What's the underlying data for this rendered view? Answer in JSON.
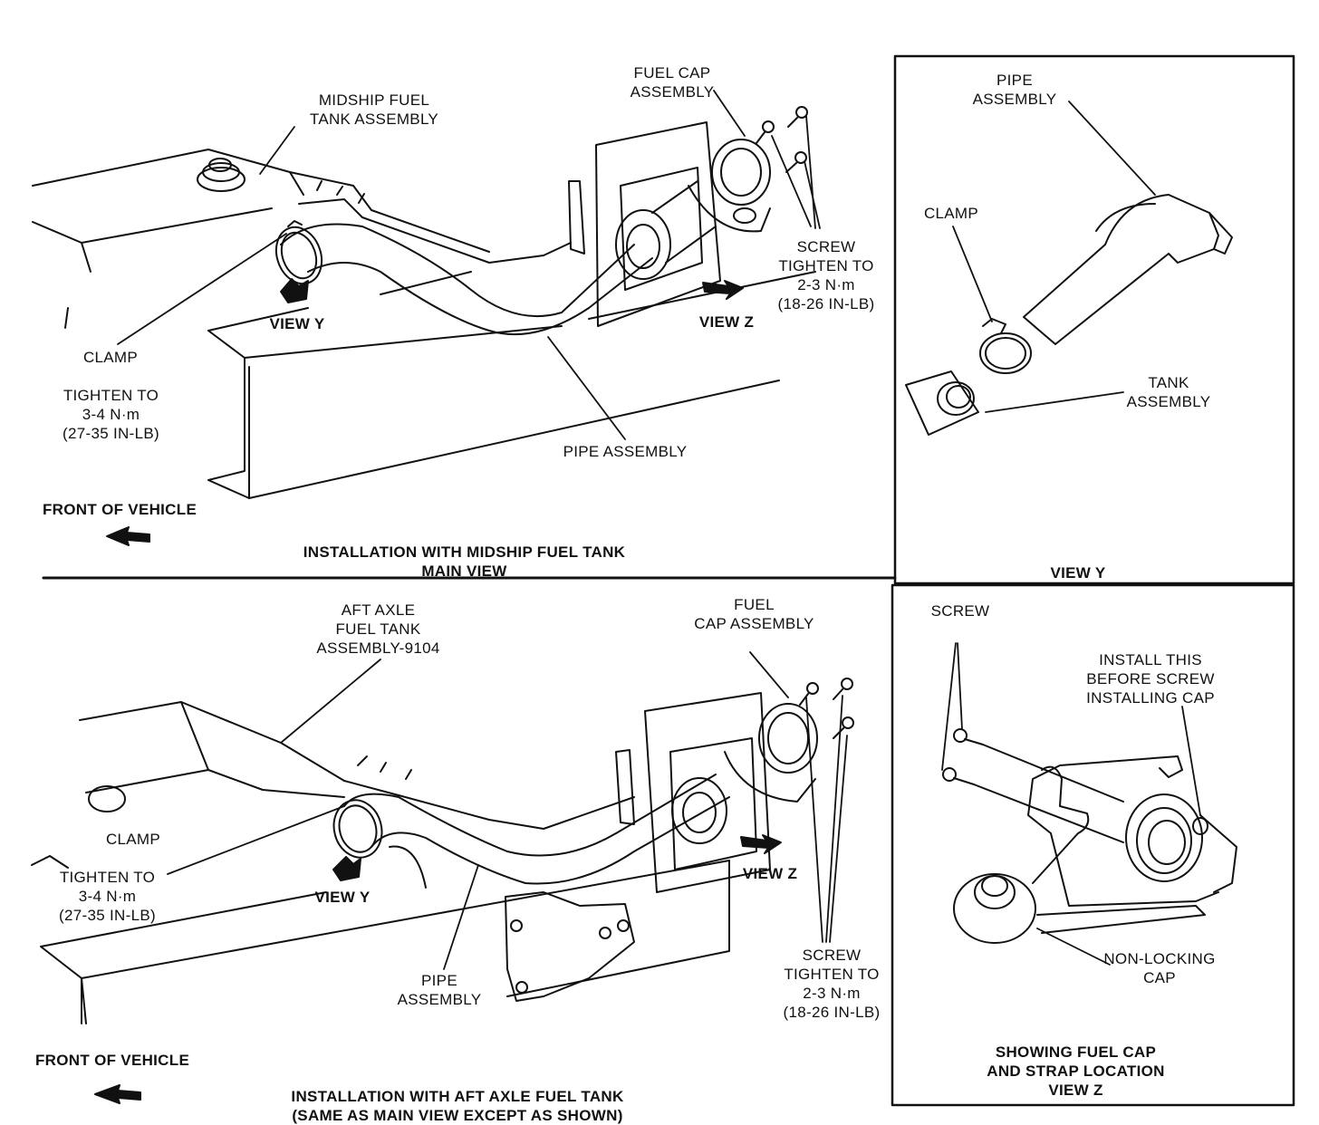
{
  "colors": {
    "ink": "#111111",
    "paper": "#ffffff"
  },
  "panel_main": {
    "midship_label": "MIDSHIP FUEL\nTANK ASSEMBLY",
    "fuel_cap_label": "FUEL CAP\nASSEMBLY",
    "screw_label": "SCREW\nTIGHTEN TO\n2-3 N·m\n(18-26 IN-LB)",
    "view_y": "VIEW Y",
    "view_z": "VIEW Z",
    "clamp": "CLAMP",
    "tighten": "TIGHTEN TO\n3-4 N·m\n(27-35 IN-LB)",
    "pipe_assembly": "PIPE ASSEMBLY",
    "front_of_vehicle": "FRONT OF VEHICLE",
    "caption": "INSTALLATION WITH MIDSHIP FUEL TANK\nMAIN VIEW"
  },
  "panel_view_y": {
    "pipe_assembly": "PIPE\nASSEMBLY",
    "clamp": "CLAMP",
    "tank_assembly": "TANK\nASSEMBLY",
    "caption": "VIEW Y"
  },
  "panel_aft": {
    "aft_label": "AFT AXLE\nFUEL TANK\nASSEMBLY-9104",
    "fuel_cap_label": "FUEL\nCAP ASSEMBLY",
    "clamp": "CLAMP",
    "tighten": "TIGHTEN TO\n3-4 N·m\n(27-35 IN-LB)",
    "view_y": "VIEW Y",
    "view_z": "VIEW Z",
    "pipe_assembly": "PIPE\nASSEMBLY",
    "screw_label": "SCREW\nTIGHTEN TO\n2-3 N·m\n(18-26 IN-LB)",
    "front_of_vehicle": "FRONT OF VEHICLE",
    "caption": "INSTALLATION WITH AFT AXLE FUEL TANK\n(SAME AS MAIN VIEW EXCEPT AS SHOWN)"
  },
  "panel_view_z": {
    "screw": "SCREW",
    "install_note": "INSTALL THIS\nBEFORE SCREW\nINSTALLING CAP",
    "non_locking_cap": "NON-LOCKING\nCAP",
    "caption": "SHOWING FUEL CAP\nAND STRAP LOCATION\nVIEW Z"
  }
}
